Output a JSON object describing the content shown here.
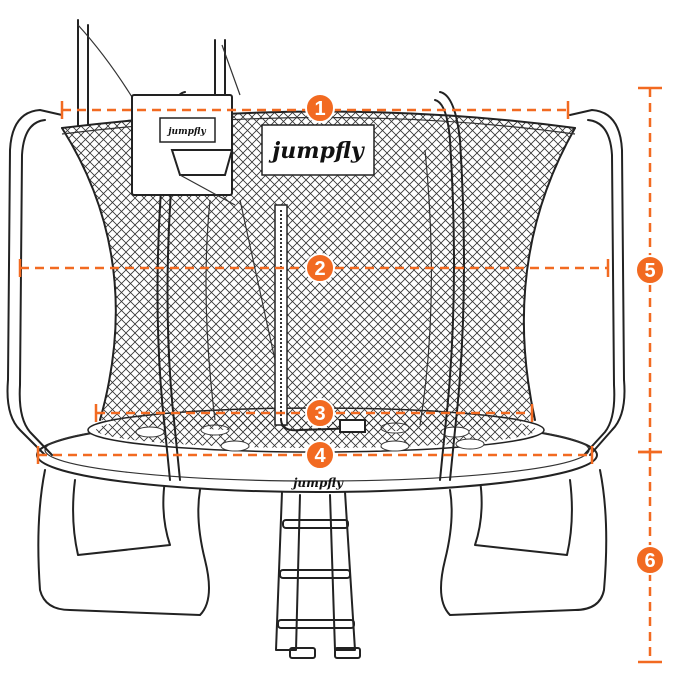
{
  "colors": {
    "accent": "#F26A21",
    "outline": "#222222",
    "net": "#333333",
    "background": "#ffffff"
  },
  "brand": {
    "net_logo": "jumpfly",
    "pad_logo": "jumpfly",
    "basket_logo": "jumpfly"
  },
  "dimensions": [
    {
      "label": "1"
    },
    {
      "label": "2"
    },
    {
      "label": "3"
    },
    {
      "label": "4"
    },
    {
      "label": "5"
    },
    {
      "label": "6"
    }
  ]
}
